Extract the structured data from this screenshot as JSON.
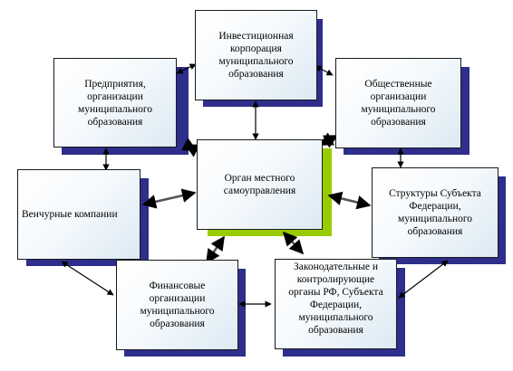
{
  "diagram": {
    "colors": {
      "shadow": "#2e2e8c",
      "center_shadow": "#99cc00",
      "box_border": "#1a1a1a",
      "arrow": "#000000"
    },
    "nodes": {
      "investment": "Инвестиционная\nкорпорация\nмуниципального\nобразования",
      "enterprises": "Предприятия,\nорганизации\nмуниципального\nобразования",
      "public": "Общественные\nорганизации\nмуниципального\nобразования",
      "center": "Орган местного\nсамоуправления",
      "venture": "Венчурные компании",
      "structures": "Структуры Субъекта\nФедерации,\nмуниципального\nобразования",
      "financial": "Финансовые\nорганизации\nмуниципального\nобразования",
      "legislative": "Законодательные и\nконтролирующие\nорганы  РФ, Субъекта\nФедерации,\nмуниципального\nобразования"
    }
  }
}
